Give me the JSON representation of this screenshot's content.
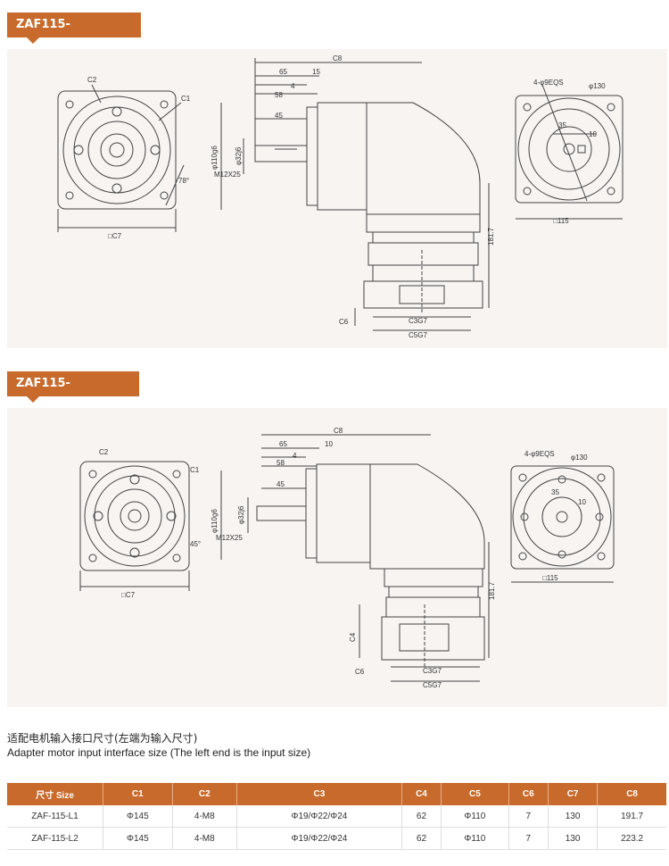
{
  "section1": {
    "title": "ZAF115-L1[Single]"
  },
  "section2": {
    "title": "ZAF115-L2[Double]"
  },
  "drawing1": {
    "front": {
      "c2": "C2",
      "c1": "C1",
      "c7": "□C7",
      "angle": "78°"
    },
    "side": {
      "c8": "C8",
      "d65": "65",
      "d15": "15",
      "d4": "4",
      "d58": "58",
      "d45": "45",
      "dia110": "φ110g6",
      "dia32": "φ32j6",
      "thread": "M12X25",
      "h181": "181.7",
      "c6": "C6",
      "c3": "C3G7",
      "c5": "C5G7"
    },
    "rear": {
      "holes": "4-φ9EQS",
      "dia130": "φ130",
      "d35": "35",
      "d10": "10",
      "sq115": "□115"
    }
  },
  "drawing2": {
    "front": {
      "c2": "C2",
      "c1": "C1",
      "c7": "□C7",
      "angle": "45°"
    },
    "side": {
      "c8": "C8",
      "d65": "65",
      "d10": "10",
      "d4": "4",
      "d58": "58",
      "d45": "45",
      "dia110": "φ110g6",
      "dia32": "φ32j6",
      "thread": "M12X25",
      "h181": "181.7",
      "c4": "C4",
      "c6": "C6",
      "c3": "C3G7",
      "c5": "C5G7"
    },
    "rear": {
      "holes": "4-φ9EQS",
      "dia130": "φ130",
      "d35": "35",
      "d10": "10",
      "sq115": "□115"
    }
  },
  "notes": {
    "chinese": "适配电机输入接口尺寸(左端为输入尺寸)",
    "english": "Adapter motor input interface size (The left end is the input size)"
  },
  "table": {
    "headers": [
      "尺寸 Size",
      "C1",
      "C2",
      "C3",
      "C4",
      "C5",
      "C6",
      "C7",
      "C8"
    ],
    "rows": [
      [
        "ZAF-115-L1",
        "Φ145",
        "4-M8",
        "Φ19/Φ22/Φ24",
        "62",
        "Φ110",
        "7",
        "130",
        "191.7"
      ],
      [
        "ZAF-115-L2",
        "Φ145",
        "4-M8",
        "Φ19/Φ22/Φ24",
        "62",
        "Φ110",
        "7",
        "130",
        "223.2"
      ]
    ]
  }
}
